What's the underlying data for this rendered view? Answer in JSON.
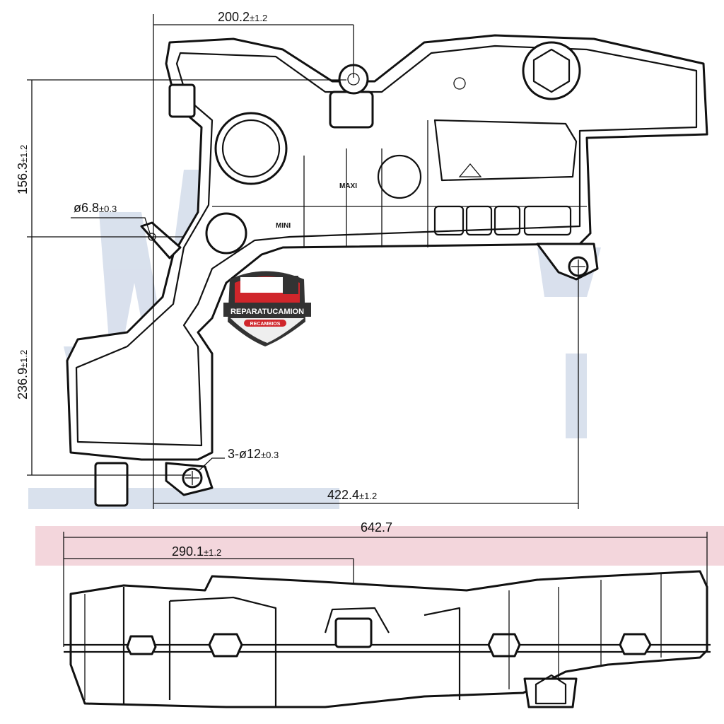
{
  "drawing": {
    "top_view": {
      "dimensions": [
        {
          "id": "width-cap",
          "value": "200.2",
          "tolerance": "±1.2"
        },
        {
          "id": "height-upper",
          "value": "156.3",
          "tolerance": "±1.2"
        },
        {
          "id": "hole-small",
          "value": "ø6.8",
          "tolerance": "±0.3"
        },
        {
          "id": "height-lower",
          "value": "236.9",
          "tolerance": "±1.2"
        },
        {
          "id": "mount-holes",
          "value": "3-ø12",
          "tolerance": "±0.3"
        },
        {
          "id": "width-mount",
          "value": "422.4",
          "tolerance": "±1.2"
        }
      ],
      "markings": {
        "max": "MAXI",
        "min": "MINI"
      }
    },
    "side_view": {
      "dimensions": [
        {
          "id": "overall-length",
          "value": "642.7",
          "tolerance": ""
        },
        {
          "id": "cap-offset",
          "value": "290.1",
          "tolerance": "±1.2"
        }
      ]
    },
    "colors": {
      "highlight_band": "#f3d6dc",
      "watermark": "#c9d4e6",
      "logo_red": "#d0262b",
      "logo_dark": "#333333"
    }
  },
  "logo": {
    "name": "REPARATUCAMION",
    "subtitle": "RECAMBIOS"
  }
}
